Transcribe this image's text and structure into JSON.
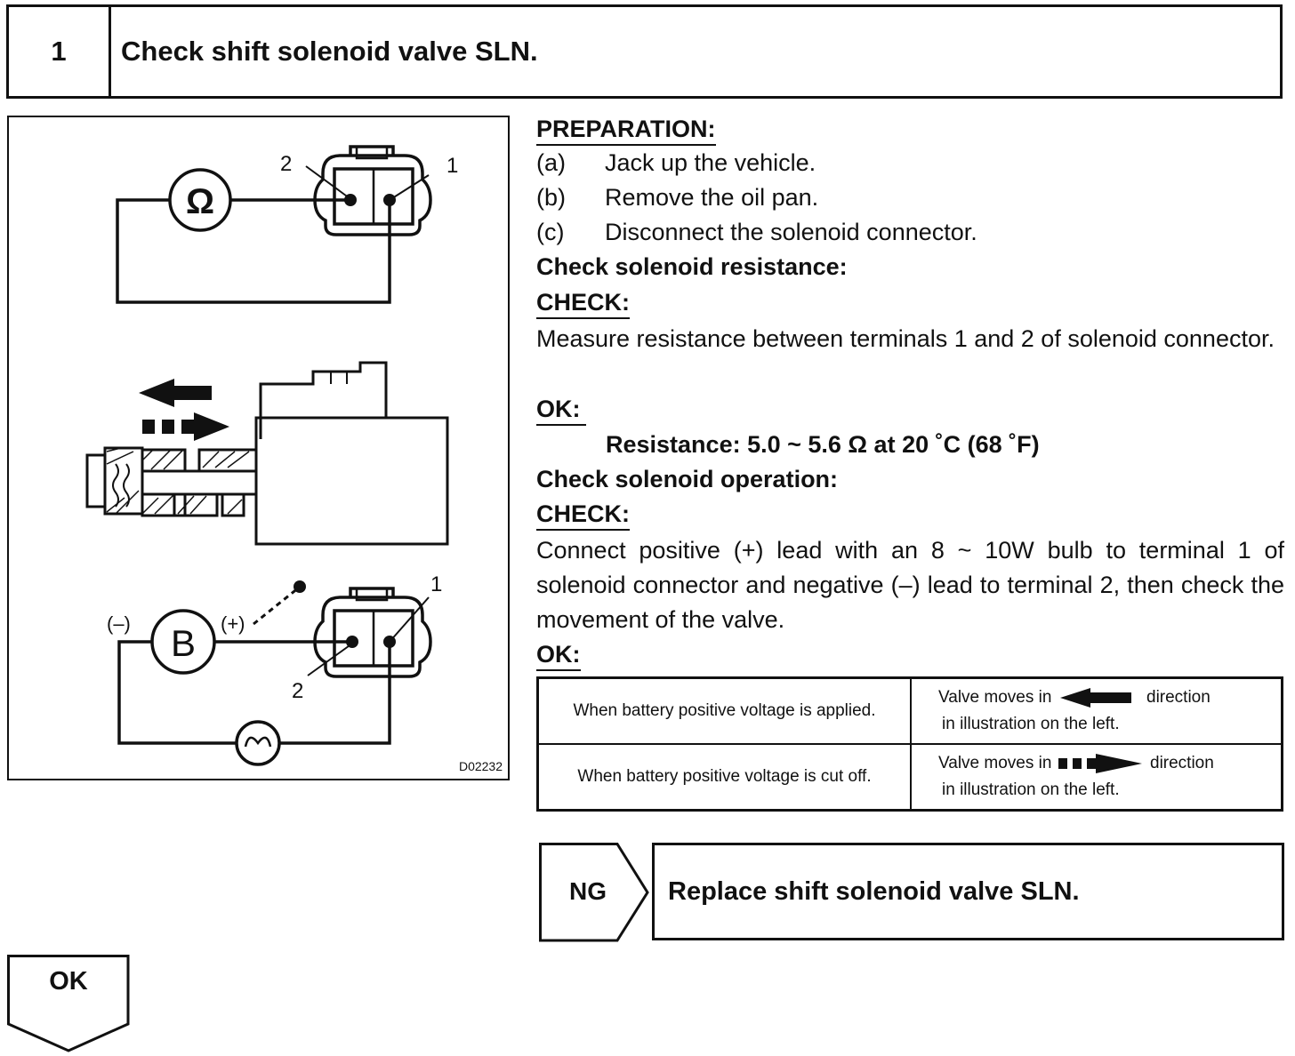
{
  "step": {
    "number": "1",
    "title": "Check shift solenoid valve SLN."
  },
  "figure": {
    "code": "D02232",
    "labels": {
      "terminal_2_top": "2",
      "terminal_1_top": "1",
      "ohm_symbol": "Ω",
      "terminal_1_bottom": "1",
      "terminal_2_bottom": "2",
      "battery_symbol": "B",
      "minus": "(–)",
      "plus": "(+)"
    }
  },
  "preparation": {
    "heading": "PREPARATION:",
    "items": [
      {
        "letter": "(a)",
        "text": "Jack up the vehicle."
      },
      {
        "letter": "(b)",
        "text": "Remove the oil pan."
      },
      {
        "letter": "(c)",
        "text": "Disconnect the solenoid connector."
      }
    ]
  },
  "resistance": {
    "heading": "Check solenoid resistance:",
    "check_label": "CHECK:",
    "check_text": "Measure resistance between terminals 1 and 2 of solenoid connector.",
    "ok_label": "OK:",
    "spec": "Resistance: 5.0 ~ 5.6 Ω at 20 ˚C (68 ˚F)"
  },
  "operation": {
    "heading": "Check solenoid operation:",
    "check_label": "CHECK:",
    "check_text": "Connect positive (+) lead with an 8 ~ 10W bulb to terminal 1 of solenoid connector and negative (–) lead to terminal 2, then check the movement of the valve.",
    "ok_label": "OK:",
    "table": [
      {
        "condition": "When battery positive voltage is applied.",
        "result_prefix": "Valve moves in",
        "result_suffix": "direction",
        "result_line2": "in illustration on the left."
      },
      {
        "condition": "When battery positive voltage is cut off.",
        "result_prefix": "Valve moves in",
        "result_suffix": "direction",
        "result_line2": "in illustration on the left."
      }
    ]
  },
  "ng": {
    "label": "NG",
    "action": "Replace shift solenoid valve SLN."
  },
  "ok": {
    "label": "OK"
  }
}
